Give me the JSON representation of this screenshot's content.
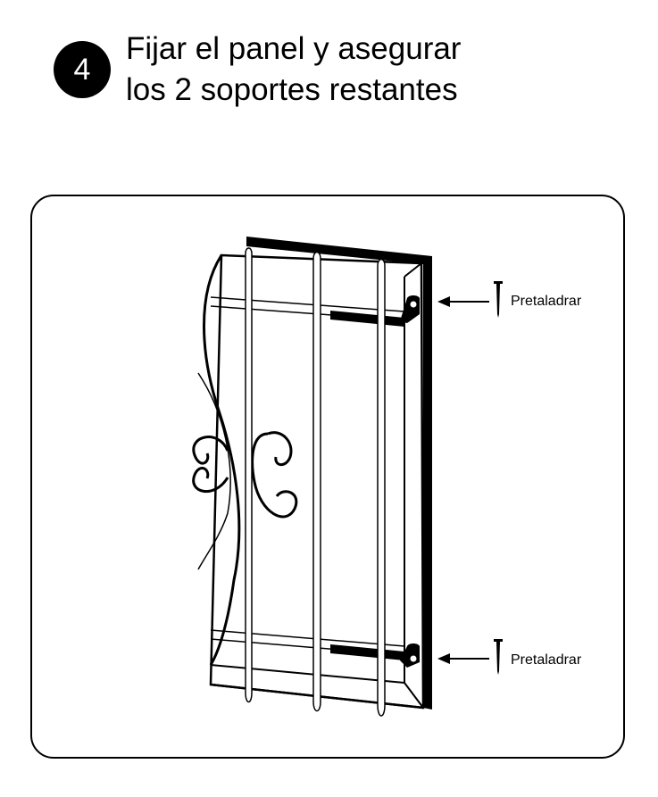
{
  "step": {
    "number": "4",
    "title_lines": [
      "Fijar el panel y asegurar",
      "los 2 soportes restantes"
    ]
  },
  "callouts": {
    "top_label": "Pretaladrar",
    "bottom_label": "Pretaladrar"
  },
  "icons": [
    "screw-icon",
    "arrow-left-icon",
    "bracket-icon"
  ],
  "colors": {
    "ink": "#000000",
    "background": "#ffffff"
  }
}
